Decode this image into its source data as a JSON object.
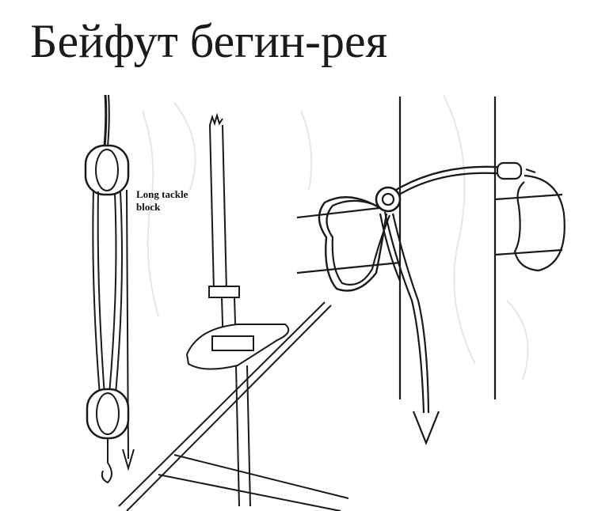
{
  "page": {
    "title": "Бейфут бегин-рея"
  },
  "diagram": {
    "label_lines": [
      "Long tackle",
      "block"
    ],
    "ink_color": "#1a1a1a",
    "sketch_color": "#e6e6e6"
  }
}
